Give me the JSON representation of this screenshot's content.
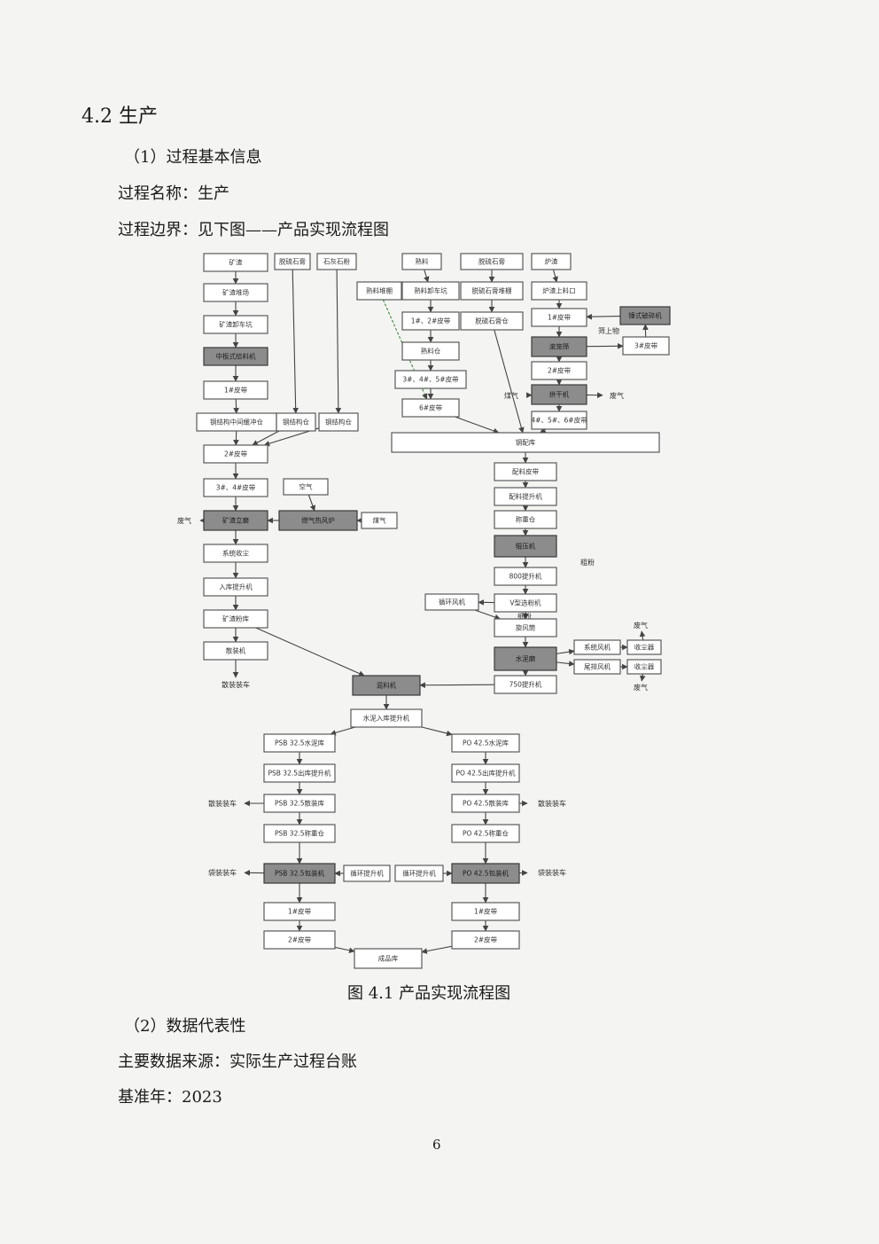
{
  "section_heading": "4.2 生产",
  "sub1": "（1）过程基本信息",
  "process_name": "过程名称：生产",
  "process_boundary": "过程边界：见下图——产品实现流程图",
  "figure": {
    "caption": "图 4.1  产品实现流程图",
    "nodes": [
      {
        "id": "n1",
        "label": "矿渣",
        "dark": false
      },
      {
        "id": "n2",
        "label": "矿渣堆场",
        "dark": false
      },
      {
        "id": "n3",
        "label": "矿渣卸车坑",
        "dark": false
      },
      {
        "id": "n4",
        "label": "中板式给料机",
        "dark": true
      },
      {
        "id": "n5",
        "label": "1#皮带",
        "dark": false
      },
      {
        "id": "n6",
        "label": "钢结构中间缓冲仓",
        "dark": false
      },
      {
        "id": "n7",
        "label": "2#皮带",
        "dark": false
      },
      {
        "id": "n8",
        "label": "3#、4#皮带",
        "dark": false
      },
      {
        "id": "n9",
        "label": "矿渣立磨",
        "dark": true
      },
      {
        "id": "n10",
        "label": "系统收尘",
        "dark": false
      },
      {
        "id": "n11",
        "label": "入库提升机",
        "dark": false
      },
      {
        "id": "n12",
        "label": "矿渣粉库",
        "dark": false
      },
      {
        "id": "n13",
        "label": "散装机",
        "dark": false
      },
      {
        "id": "n14",
        "label": "散装装车",
        "dark": false
      },
      {
        "id": "n15",
        "label": "脱硫石膏",
        "dark": false
      },
      {
        "id": "n16",
        "label": "石灰石粉",
        "dark": false
      },
      {
        "id": "n17",
        "label": "钢结构仓",
        "dark": false
      },
      {
        "id": "n18",
        "label": "钢结构仓",
        "dark": false
      },
      {
        "id": "n19",
        "label": "空气",
        "dark": false
      },
      {
        "id": "n20",
        "label": "燃气热风炉",
        "dark": true
      },
      {
        "id": "n21",
        "label": "煤气",
        "dark": false
      },
      {
        "id": "n22",
        "label": "废气",
        "dark": false
      },
      {
        "id": "n23",
        "label": "熟料堆棚",
        "dark": false
      },
      {
        "id": "n24",
        "label": "熟料",
        "dark": false
      },
      {
        "id": "n25",
        "label": "熟料卸车坑",
        "dark": false
      },
      {
        "id": "n26",
        "label": "1#、2#皮带",
        "dark": false
      },
      {
        "id": "n27",
        "label": "熟料仓",
        "dark": false
      },
      {
        "id": "n28",
        "label": "3#、4#、5#皮带",
        "dark": false
      },
      {
        "id": "n29",
        "label": "6#皮带",
        "dark": false
      },
      {
        "id": "n30",
        "label": "脱硫石膏",
        "dark": false
      },
      {
        "id": "n31",
        "label": "脱硫石膏堆棚",
        "dark": false
      },
      {
        "id": "n32",
        "label": "脱硫石膏仓",
        "dark": false
      },
      {
        "id": "n33",
        "label": "炉渣",
        "dark": false
      },
      {
        "id": "n34",
        "label": "炉渣上料口",
        "dark": false
      },
      {
        "id": "n35",
        "label": "1#皮带",
        "dark": false
      },
      {
        "id": "n36",
        "label": "锤式破碎机",
        "dark": true
      },
      {
        "id": "n37",
        "label": "滚笼筛",
        "dark": true
      },
      {
        "id": "n38",
        "label": "3#皮带",
        "dark": false
      },
      {
        "id": "n39",
        "label": "筛上物",
        "dark": false
      },
      {
        "id": "n40",
        "label": "2#皮带",
        "dark": false
      },
      {
        "id": "n41",
        "label": "烘干机",
        "dark": true
      },
      {
        "id": "n42",
        "label": "煤气",
        "dark": false
      },
      {
        "id": "n43",
        "label": "废气",
        "dark": false
      },
      {
        "id": "n44",
        "label": "4#、5#、6#皮带",
        "dark": false
      },
      {
        "id": "n45",
        "label": "钢配库",
        "dark": false
      },
      {
        "id": "n46",
        "label": "配料皮带",
        "dark": false
      },
      {
        "id": "n47",
        "label": "配料提升机",
        "dark": false
      },
      {
        "id": "n48",
        "label": "称重仓",
        "dark": false
      },
      {
        "id": "n49",
        "label": "辊压机",
        "dark": true
      },
      {
        "id": "n50",
        "label": "粗粉",
        "dark": false
      },
      {
        "id": "n51",
        "label": "800提升机",
        "dark": false
      },
      {
        "id": "n52",
        "label": "循环风机",
        "dark": false
      },
      {
        "id": "n53",
        "label": "V型选粉机",
        "dark": false
      },
      {
        "id": "n54",
        "label": "细粉",
        "dark": false
      },
      {
        "id": "n55",
        "label": "旋风筒",
        "dark": false
      },
      {
        "id": "n56",
        "label": "水泥磨",
        "dark": true
      },
      {
        "id": "n57",
        "label": "系统风机",
        "dark": false
      },
      {
        "id": "n58",
        "label": "收尘器",
        "dark": false
      },
      {
        "id": "n59",
        "label": "废气",
        "dark": false
      },
      {
        "id": "n60",
        "label": "尾排风机",
        "dark": false
      },
      {
        "id": "n61",
        "label": "收尘器",
        "dark": false
      },
      {
        "id": "n62",
        "label": "废气",
        "dark": false
      },
      {
        "id": "n63",
        "label": "750提升机",
        "dark": false
      },
      {
        "id": "n64",
        "label": "混料机",
        "dark": true
      },
      {
        "id": "n65",
        "label": "水泥入库提升机",
        "dark": false
      },
      {
        "id": "n66",
        "label": "PSB 32.5水泥库",
        "dark": false
      },
      {
        "id": "n67",
        "label": "PSB 32.5出库提升机",
        "dark": false
      },
      {
        "id": "n68",
        "label": "PSB 32.5散装库",
        "dark": false
      },
      {
        "id": "n69",
        "label": "散装装车",
        "dark": false
      },
      {
        "id": "n70",
        "label": "PSB 32.5称重仓",
        "dark": false
      },
      {
        "id": "n71",
        "label": "PSB 32.5包装机",
        "dark": true
      },
      {
        "id": "n72",
        "label": "袋装装车",
        "dark": false
      },
      {
        "id": "n73",
        "label": "循环提升机",
        "dark": false
      },
      {
        "id": "n74",
        "label": "1#皮带",
        "dark": false
      },
      {
        "id": "n75",
        "label": "2#皮带",
        "dark": false
      },
      {
        "id": "n76",
        "label": "PO 42.5水泥库",
        "dark": false
      },
      {
        "id": "n77",
        "label": "PO 42.5出库提升机",
        "dark": false
      },
      {
        "id": "n78",
        "label": "PO 42.5散装库",
        "dark": false
      },
      {
        "id": "n79",
        "label": "散装装车",
        "dark": false
      },
      {
        "id": "n80",
        "label": "PO 42.5称重仓",
        "dark": false
      },
      {
        "id": "n81",
        "label": "PO 42.5包装机",
        "dark": true
      },
      {
        "id": "n82",
        "label": "循环提升机",
        "dark": false
      },
      {
        "id": "n83",
        "label": "袋装装车",
        "dark": false
      },
      {
        "id": "n84",
        "label": "1#皮带",
        "dark": false
      },
      {
        "id": "n85",
        "label": "2#皮带",
        "dark": false
      },
      {
        "id": "n86",
        "label": "成品库",
        "dark": false
      }
    ]
  },
  "sub2": "（2）数据代表性",
  "data_source": "主要数据来源：实际生产过程台账",
  "base_year": "基准年：2023",
  "page_number": "6"
}
